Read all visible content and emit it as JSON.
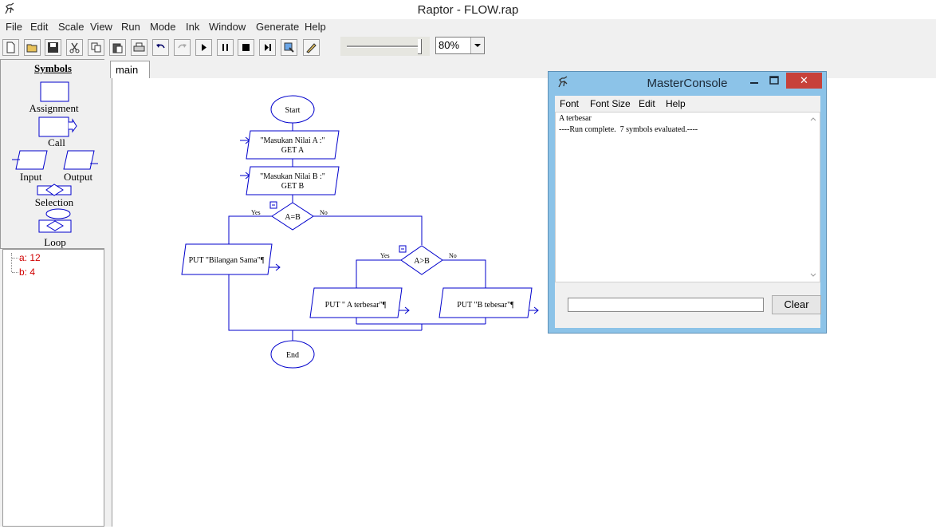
{
  "window": {
    "title": "Raptor - FLOW.rap"
  },
  "menu": [
    "File",
    "Edit",
    "Scale",
    "View",
    "Run",
    "Mode",
    "Ink",
    "Window",
    "Generate",
    "Help"
  ],
  "toolbar": {
    "buttons": [
      "new-file-icon",
      "open-folder-icon",
      "save-icon",
      "cut-icon",
      "copy-icon",
      "paste-icon",
      "print-icon",
      "undo-icon",
      "redo-icon",
      "play-icon",
      "pause-icon",
      "stop-icon",
      "step-icon",
      "generate-icon",
      "pen-icon"
    ],
    "speed": 0.95,
    "zoom": "80%"
  },
  "symbols": {
    "header": "Symbols",
    "items": {
      "assignment": "Assignment",
      "call": "Call",
      "input": "Input",
      "output": "Output",
      "selection": "Selection",
      "loop": "Loop"
    }
  },
  "variables": [
    {
      "label": "a: 12"
    },
    {
      "label": "b: 4"
    }
  ],
  "tabs": [
    "main"
  ],
  "flowchart": {
    "start": "Start",
    "input1_prompt": "\"Masukan Nilai A :\"",
    "input1_var": "GET A",
    "input2_prompt": "\"Masukan Nilai B :\"",
    "input2_var": "GET B",
    "decision1": "A=B",
    "decision1_yes": "Yes",
    "decision1_no": "No",
    "output_equal": "PUT \"Bilangan Sama\"¶",
    "decision2": "A>B",
    "decision2_yes": "Yes",
    "decision2_no": "No",
    "output_a": "PUT \" A terbesar\"¶",
    "output_b": "PUT \"B tebesar\"¶",
    "end": "End"
  },
  "console": {
    "title": "MasterConsole",
    "menu": [
      "Font",
      "Font Size",
      "Edit",
      "Help"
    ],
    "output": [
      "A terbesar",
      "----Run complete.  7 symbols evaluated.----"
    ],
    "clear_label": "Clear",
    "close_glyph": "✕"
  },
  "colors": {
    "flow_line": "#0000cc",
    "variable_text": "#d00000",
    "console_frame": "#8cc3e8",
    "close_button": "#c7413a"
  }
}
